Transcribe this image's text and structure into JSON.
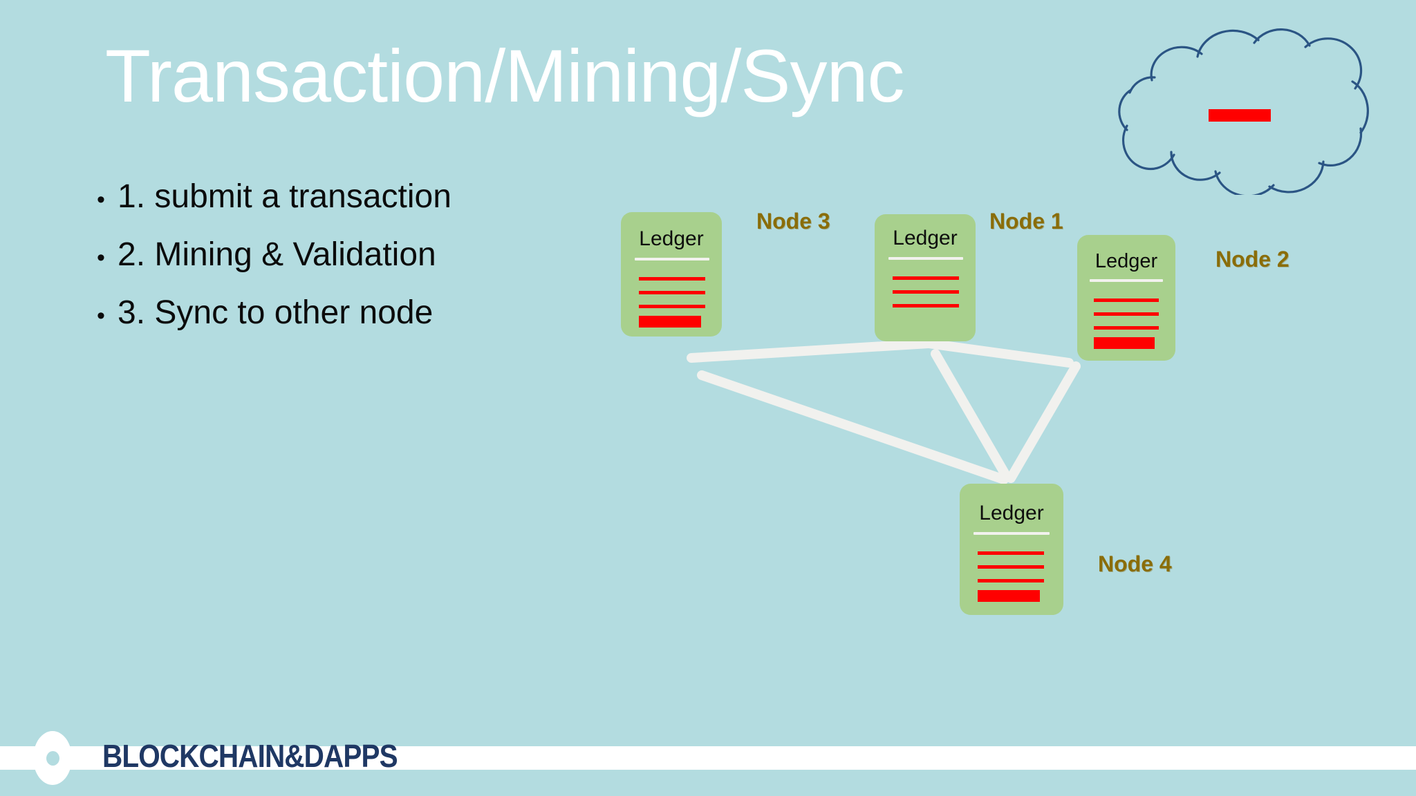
{
  "slide": {
    "title": "Transaction/Mining/Sync",
    "background_color": "#b3dce0",
    "title_color": "#ffffff"
  },
  "bullets": {
    "marker": "•",
    "items": [
      {
        "text": "1. submit a transaction"
      },
      {
        "text": "2. Mining & Validation"
      },
      {
        "text": "3. Sync to other node"
      }
    ]
  },
  "diagram": {
    "ledger_label": "Ledger",
    "node_color": "#a8d08d",
    "entry_color": "#ff0000",
    "connector_color": "#f1f1ee",
    "label_color": "#8a6d09",
    "nodes": [
      {
        "id": "node-3",
        "label": "Node 3",
        "ledger_label": "Ledger",
        "entries": 3,
        "has_pending_block": true
      },
      {
        "id": "node-1",
        "label": "Node 1",
        "ledger_label": "Ledger",
        "entries": 3,
        "has_pending_block": false
      },
      {
        "id": "node-2",
        "label": "Node 2",
        "ledger_label": "Ledger",
        "entries": 3,
        "has_pending_block": true
      },
      {
        "id": "node-4",
        "label": "Node 4",
        "ledger_label": "Ledger",
        "entries": 3,
        "has_pending_block": true
      }
    ]
  },
  "cloud": {
    "name": "network-cloud",
    "stroke_color": "#2b5584",
    "bar_color": "#ff0000"
  },
  "footer": {
    "brand": "BLOCKCHAIN&DAPPS",
    "brand_color": "#1f3864",
    "bar_color": "#ffffff"
  }
}
